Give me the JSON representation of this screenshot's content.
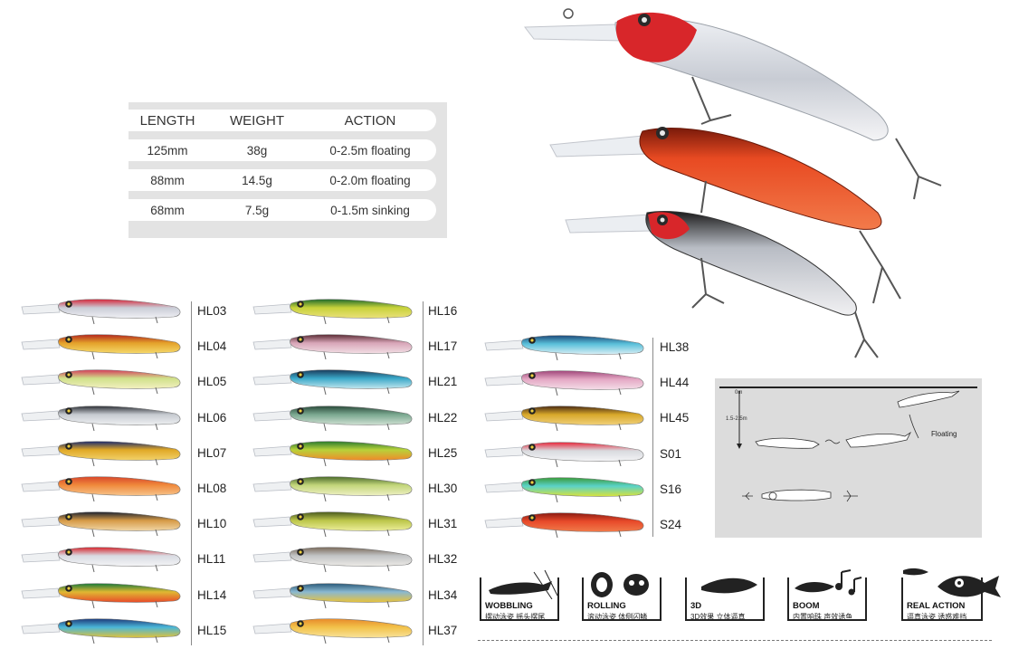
{
  "specs": {
    "headers": [
      "LENGTH",
      "WEIGHT",
      "ACTION"
    ],
    "rows": [
      [
        "125mm",
        "38g",
        "0-2.5m floating"
      ],
      [
        "88mm",
        "14.5g",
        "0-2.0m floating"
      ],
      [
        "68mm",
        "7.5g",
        "0-1.5m sinking"
      ]
    ]
  },
  "colors": [
    {
      "code": "HL03",
      "body": "#c9ccd6",
      "back": "#d6263a",
      "belly": "#f0f0f4"
    },
    {
      "code": "HL04",
      "body": "#e4a22a",
      "back": "#b3261e",
      "belly": "#f5d86a"
    },
    {
      "code": "HL05",
      "body": "#cfe08a",
      "back": "#d43c5a",
      "belly": "#f3f0c0"
    },
    {
      "code": "HL06",
      "body": "#c7cbd1",
      "back": "#2d3036",
      "belly": "#eef0f2"
    },
    {
      "code": "HL07",
      "body": "#e0a826",
      "back": "#1b2a6e",
      "belly": "#f2d26a"
    },
    {
      "code": "HL08",
      "body": "#f08a3c",
      "back": "#d8462a",
      "belly": "#f6c28a"
    },
    {
      "code": "HL10",
      "body": "#d69a46",
      "back": "#1c2230",
      "belly": "#f1d6a6"
    },
    {
      "code": "HL11",
      "body": "#d8dbe2",
      "back": "#d6262e",
      "belly": "#f4f4f6"
    },
    {
      "code": "HL14",
      "body": "#e0b832",
      "back": "#1a7a3a",
      "belly": "#e84a2a"
    },
    {
      "code": "HL15",
      "body": "#4ab6d8",
      "back": "#1e3a7a",
      "belly": "#e0c23a"
    },
    {
      "code": "HL16",
      "body": "#c7d23a",
      "back": "#1f6a2c",
      "belly": "#eae07a"
    },
    {
      "code": "HL17",
      "body": "#d8a6b8",
      "back": "#5a2a34",
      "belly": "#f2dde4"
    },
    {
      "code": "HL21",
      "body": "#3aa8c8",
      "back": "#1a3a5a",
      "belly": "#c2e6ee"
    },
    {
      "code": "HL22",
      "body": "#7aa890",
      "back": "#2a4a3a",
      "belly": "#cfe0d2"
    },
    {
      "code": "HL25",
      "body": "#b8d23a",
      "back": "#2a7a2e",
      "belly": "#f08a2a"
    },
    {
      "code": "HL30",
      "body": "#c2d67a",
      "back": "#4a6a2a",
      "belly": "#eef0c2"
    },
    {
      "code": "HL31",
      "body": "#bcc64a",
      "back": "#4a5a1e",
      "belly": "#ecee9a"
    },
    {
      "code": "HL32",
      "body": "#c2c4c6",
      "back": "#7a6a5a",
      "belly": "#eceae6"
    },
    {
      "code": "HL34",
      "body": "#8ab8d0",
      "back": "#2a5a7a",
      "belly": "#e8c23a"
    },
    {
      "code": "HL37",
      "body": "#f2c24a",
      "back": "#e88a2a",
      "belly": "#f8e29a"
    },
    {
      "code": "HL38",
      "body": "#5ac0da",
      "back": "#1e4a7a",
      "belly": "#d8eef4"
    },
    {
      "code": "HL44",
      "body": "#e4a8c4",
      "back": "#a0467a",
      "belly": "#f4dde8"
    },
    {
      "code": "HL45",
      "body": "#d8a82a",
      "back": "#4a2a14",
      "belly": "#f0d07a"
    },
    {
      "code": "S01",
      "body": "#d8dade",
      "back": "#e8263a",
      "belly": "#f4f4f6"
    },
    {
      "code": "S16",
      "body": "#5ad2c8",
      "back": "#3a9a3a",
      "belly": "#d8e23a"
    },
    {
      "code": "S24",
      "body": "#e84a2a",
      "back": "#8a1a12",
      "belly": "#f07a4a"
    }
  ],
  "diagram": {
    "depth_top": "0m",
    "depth_range": "1.5-2.5m",
    "action": "Floating"
  },
  "features": [
    {
      "title": "WOBBLING",
      "subtitle": "摆动泳姿 摇头摆尾"
    },
    {
      "title": "ROLLING",
      "subtitle": "滚动泳姿 体侧闪鳞"
    },
    {
      "title": "3D",
      "subtitle": "3D效果 立体逼真"
    },
    {
      "title": "BOOM",
      "subtitle": "内置响珠 声效诱鱼"
    },
    {
      "title": "REAL ACTION",
      "subtitle": "逼真泳姿 诱惑难挡"
    }
  ]
}
